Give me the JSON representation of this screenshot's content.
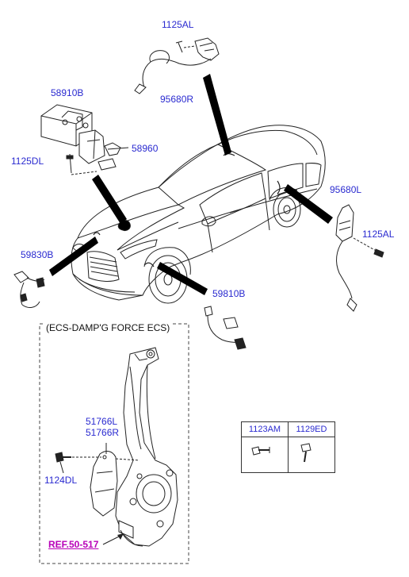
{
  "labels": {
    "p1125AL_top": "1125AL",
    "p95680R": "95680R",
    "p58910B": "58910B",
    "p58960": "58960",
    "p1125DL": "1125DL",
    "p95680L": "95680L",
    "p1125AL_right": "1125AL",
    "p59830B": "59830B",
    "p59810B": "59810B",
    "p51766L": "51766L",
    "p51766R": "51766R",
    "p1124DL": "1124DL"
  },
  "option_box": {
    "title": "(ECS-DAMP'G FORCE ECS)",
    "reference": "REF.50-517"
  },
  "legend_table": {
    "headers": [
      "1123AM",
      "1129ED"
    ],
    "icons": [
      "bolt-with-washer-icon",
      "flange-bolt-icon"
    ]
  },
  "colors": {
    "part_number": "#2a2ad0",
    "reference": "#b800b8",
    "line_art": "#222222",
    "leader_band": "#000000"
  }
}
